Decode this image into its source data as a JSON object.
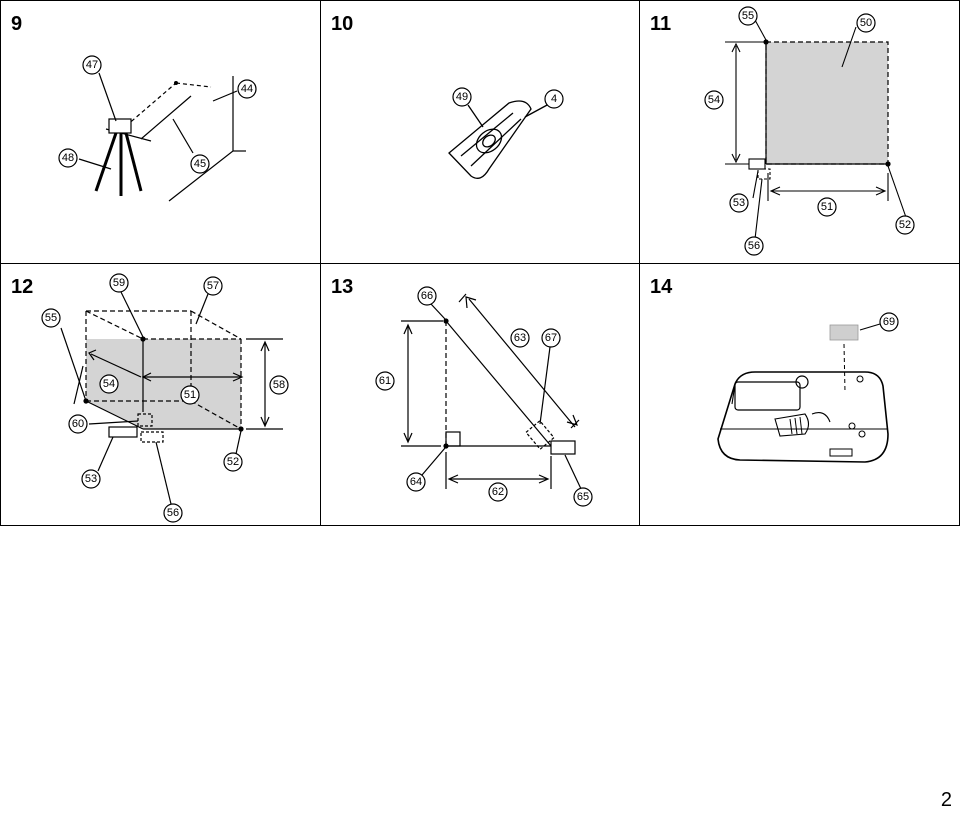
{
  "page_number": "2",
  "panels": [
    {
      "number": "9",
      "callouts": [
        "47",
        "44",
        "48",
        "45"
      ]
    },
    {
      "number": "10",
      "callouts": [
        "49",
        "4"
      ]
    },
    {
      "number": "11",
      "callouts": [
        "55",
        "50",
        "54",
        "53",
        "51",
        "52",
        "56"
      ]
    },
    {
      "number": "12",
      "callouts": [
        "59",
        "57",
        "55",
        "54",
        "51",
        "58",
        "60",
        "53",
        "52",
        "56"
      ]
    },
    {
      "number": "13",
      "callouts": [
        "66",
        "63",
        "67",
        "61",
        "64",
        "62",
        "65"
      ]
    },
    {
      "number": "14",
      "callouts": [
        "69"
      ]
    }
  ],
  "colors": {
    "shade": "#d4d4d4",
    "line": "#000000",
    "background": "#ffffff"
  }
}
